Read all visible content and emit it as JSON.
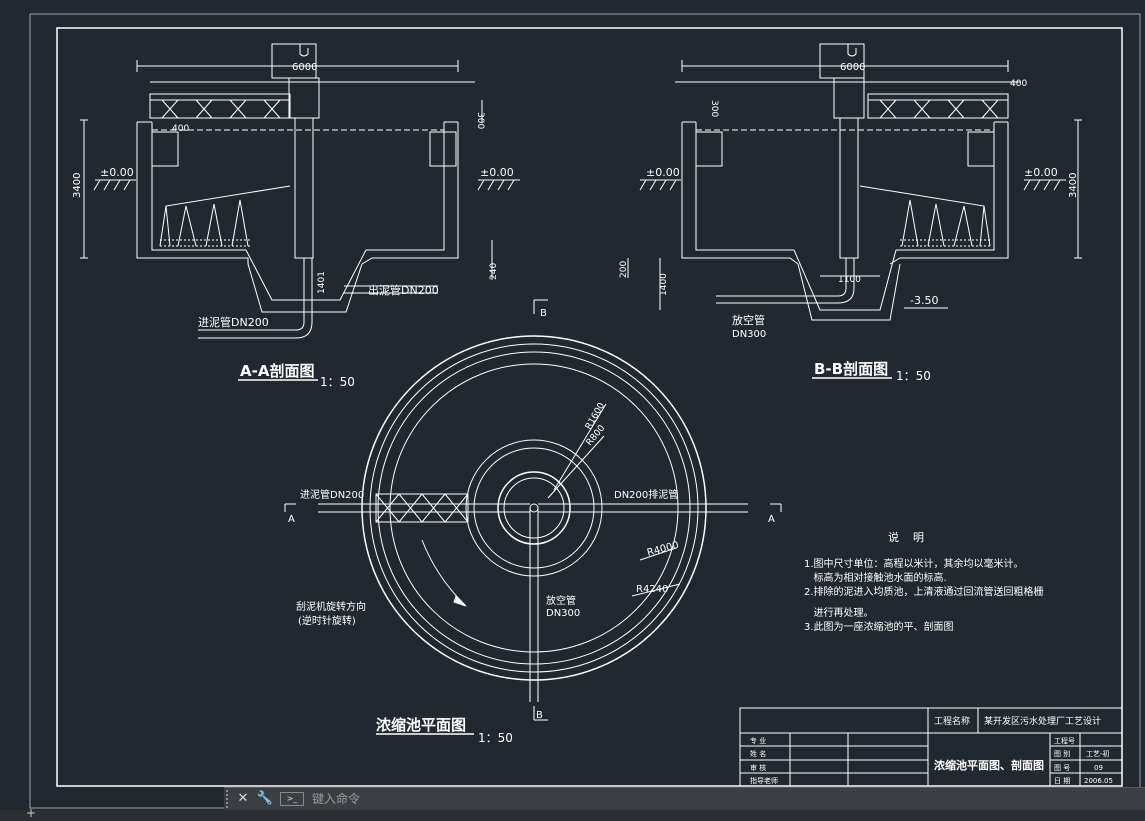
{
  "colors": {
    "background": "#212830",
    "lines": "#ffffff",
    "cmd_bg": "#3b3f44"
  },
  "section_aa": {
    "title": "A-A剖面图",
    "scale": "1：50",
    "dims": {
      "width": "6000",
      "height": "3400",
      "d300": "300",
      "d400": "400",
      "d240": "240",
      "d1401": "1401"
    },
    "level": "±0.00",
    "pipe_out": "出泥管DN200",
    "pipe_in": "进泥管DN200"
  },
  "section_bb": {
    "title": "B-B剖面图",
    "scale": "1：50",
    "dims": {
      "width": "6000",
      "height": "3400",
      "d300": "300",
      "d400": "400",
      "d200": "200",
      "d1400": "1400",
      "d1100": "1100"
    },
    "level": "±0.00",
    "level_bottom": "-3.50",
    "pipe_empty_1": "放空管",
    "pipe_empty_2": "DN300"
  },
  "plan": {
    "title": "浓缩池平面图",
    "scale": "1：50",
    "r1": "R1600",
    "r2": "R800",
    "r3": "R4000",
    "r4": "R4240",
    "pipe_in": "进泥管DN200",
    "pipe_out": "DN200排泥管",
    "pipe_empty_1": "放空管",
    "pipe_empty_2": "DN300",
    "rotation_1": "刮泥机旋转方向",
    "rotation_2": "(逆时针旋转)",
    "mark_a": "A",
    "mark_b": "B"
  },
  "notes": {
    "heading": "说    明",
    "items": [
      "1.图中尺寸单位：高程以米计，其余均以毫米计。",
      "   标高为相对接触池水面的标高.",
      "2.排除的泥进入均质池，上清液通过回流管送回粗格栅",
      "   进行再处理。",
      "3.此图为一座浓缩池的平、剖面图"
    ]
  },
  "title_block": {
    "project_label": "工程名称",
    "project_name": "某开发区污水处理厂工艺设计",
    "drawing_title": "浓缩池平面图、剖面图",
    "rows": [
      "专  业",
      "姓  名",
      "审  核",
      "指导老师"
    ],
    "info_labels": [
      "工程号",
      "图  别",
      "图  号",
      "日  期"
    ],
    "info_values": [
      "",
      "工艺-初",
      "09",
      "2006.05"
    ]
  },
  "command_line": {
    "placeholder": "键入命令",
    "close": "✕",
    "settings": "🔧"
  }
}
